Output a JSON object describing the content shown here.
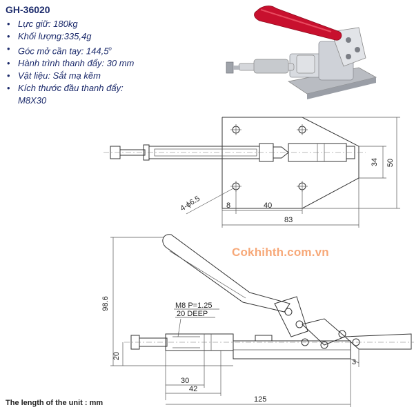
{
  "header": {
    "model": "GH-36020"
  },
  "specs": [
    {
      "text": "Lực giữ: 180kg"
    },
    {
      "text": "Khối lượng:335,4g"
    },
    {
      "text": "Góc mở cần tay: 144,5",
      "sup": "o"
    },
    {
      "text": "Hành trình thanh đẩy: 30 mm"
    },
    {
      "text": "Vật liệu: Sắt mạ kẽm"
    },
    {
      "text": "Kích thước đầu thanh đẩy:",
      "cont": "M8X30"
    }
  ],
  "watermark": "Cokhihth.com.vn",
  "unit_note": "The length of the unit  : mm",
  "top_view": {
    "dim_34": "34",
    "dim_50": "50",
    "dim_8": "8",
    "dim_40": "40",
    "dim_83": "83",
    "hole_label": "4-ϕ6.5"
  },
  "side_view": {
    "dim_98_6": "98.6",
    "dim_20": "20",
    "dim_30": "30",
    "dim_42": "42",
    "dim_125": "125",
    "dim_3": "3",
    "thread_label": "M8 P=1.25",
    "depth_label": "20 DEEP"
  },
  "colors": {
    "text": "#1b2a6b",
    "watermark": "#f7a878",
    "handle_red": "#c8102e"
  }
}
